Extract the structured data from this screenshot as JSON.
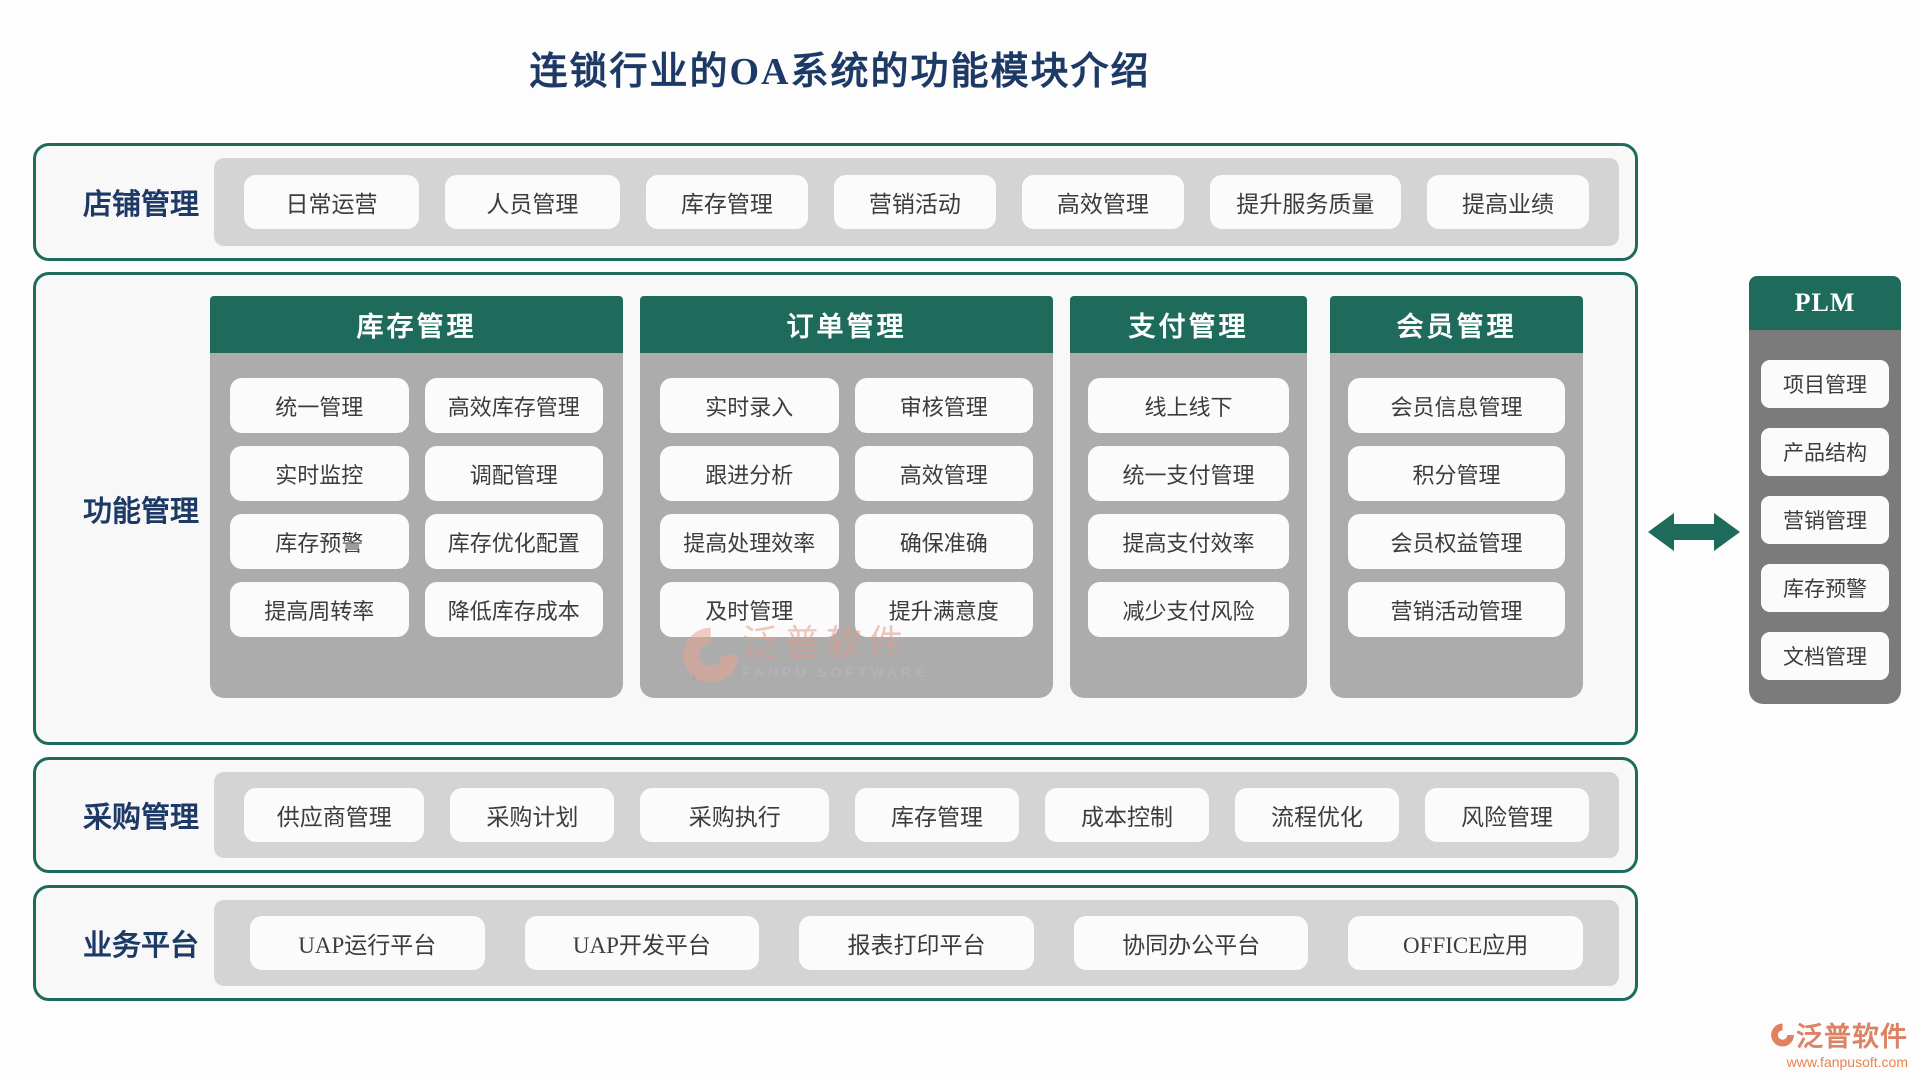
{
  "title": "连锁行业的OA系统的功能模块介绍",
  "colors": {
    "teal": "#1f6b5b",
    "navy": "#1d3a66",
    "strip_gray": "#d4d4d4",
    "column_gray": "#acacac",
    "plm_gray": "#7b7b7b",
    "chip_bg": "#fbfbfb",
    "brand_orange": "#dd8365",
    "url_orange": "#e8834e"
  },
  "rows": {
    "store": {
      "label": "店铺管理",
      "items": [
        "日常运营",
        "人员管理",
        "库存管理",
        "营销活动",
        "高效管理",
        "提升服务质量",
        "提高业绩"
      ]
    },
    "function": {
      "label": "功能管理",
      "columns": [
        {
          "header": "库存管理",
          "items": [
            "统一管理",
            "高效库存管理",
            "实时监控",
            "调配管理",
            "库存预警",
            "库存优化配置",
            "提高周转率",
            "降低库存成本"
          ]
        },
        {
          "header": "订单管理",
          "items": [
            "实时录入",
            "审核管理",
            "跟进分析",
            "高效管理",
            "提高处理效率",
            "确保准确",
            "及时管理",
            "提升满意度"
          ]
        },
        {
          "header": "支付管理",
          "items": [
            "线上线下",
            "统一支付管理",
            "提高支付效率",
            "减少支付风险"
          ]
        },
        {
          "header": "会员管理",
          "items": [
            "会员信息管理",
            "积分管理",
            "会员权益管理",
            "营销活动管理"
          ]
        }
      ]
    },
    "procurement": {
      "label": "采购管理",
      "items": [
        "供应商管理",
        "采购计划",
        "采购执行",
        "库存管理",
        "成本控制",
        "流程优化",
        "风险管理"
      ]
    },
    "platform": {
      "label": "业务平台",
      "items": [
        "UAP运行平台",
        "UAP开发平台",
        "报表打印平台",
        "协同办公平台",
        "OFFICE应用"
      ]
    }
  },
  "plm": {
    "header": "PLM",
    "items": [
      "项目管理",
      "产品结构",
      "营销管理",
      "库存预警",
      "文档管理"
    ]
  },
  "watermark": {
    "name": "泛普软件",
    "subtitle": "FANPU SOFTWARE"
  },
  "footer": {
    "brand": "泛普软件",
    "url": "www.fanpusoft.com"
  }
}
